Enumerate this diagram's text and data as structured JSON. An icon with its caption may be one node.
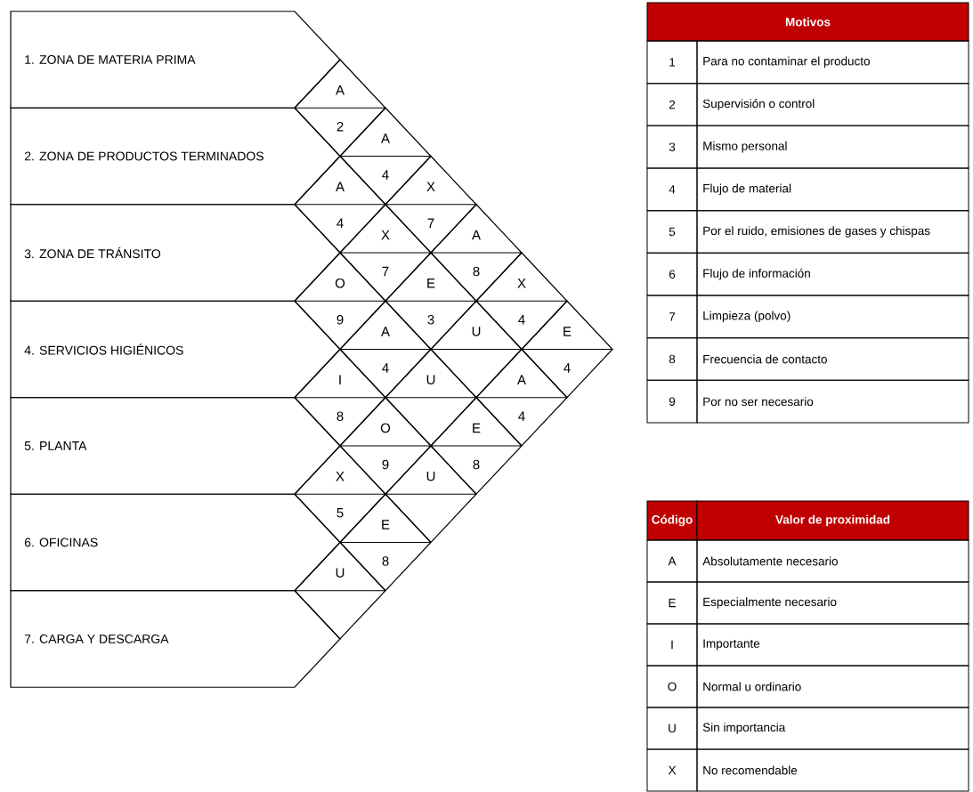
{
  "diagram": {
    "nodes": [
      {
        "text": [
          "1. ZONA DE MATERIA PRIMA"
        ]
      },
      {
        "text": [
          "2. ZONA DE PRODUCTOS TERMINADOS"
        ]
      },
      {
        "text": [
          "3. ZONA DE TRÁNSITO"
        ]
      },
      {
        "text": [
          "4. SERVICIOS HIGIÉNICOS"
        ]
      },
      {
        "text": [
          "5. PLANTA"
        ]
      },
      {
        "text": [
          "6. OFICINAS"
        ]
      },
      {
        "text": [
          "7. CARGA Y DESCARGA"
        ]
      },
      {
        "text": [
          "A",
          "2"
        ]
      },
      {
        "text": [
          "A",
          "4"
        ]
      },
      {
        "text": [
          "A",
          "4"
        ]
      },
      {
        "text": [
          "X",
          "7"
        ]
      },
      {
        "text": [
          "X",
          "7"
        ]
      },
      {
        "text": [
          "A",
          "8"
        ]
      },
      {
        "text": [
          "O",
          "9"
        ]
      },
      {
        "text": [
          "E",
          "3"
        ]
      },
      {
        "text": [
          "X",
          "4"
        ]
      },
      {
        "text": [
          "A",
          "4"
        ]
      },
      {
        "text": [
          "U"
        ]
      },
      {
        "text": [
          "E",
          "4"
        ]
      },
      {
        "text": [
          "I",
          "8"
        ]
      },
      {
        "text": [
          "U"
        ]
      },
      {
        "text": [
          "A",
          "4"
        ]
      },
      {
        "text": [
          "O",
          "9"
        ]
      },
      {
        "text": [
          "E",
          "8"
        ]
      },
      {
        "text": [
          "X",
          "5"
        ]
      },
      {
        "text": [
          "U"
        ]
      },
      {
        "text": [
          "E",
          "8"
        ]
      },
      {
        "text": [
          "U"
        ]
      }
    ],
    "labels": [
      "Motivos",
      "1",
      "Para no contaminar el producto",
      "2",
      "Supervisión o control",
      "3",
      "Mismo personal",
      "4",
      "Flujo de material",
      "5",
      "Por el ruido, emisiones de gases y chispas",
      "6",
      "Flujo de información",
      "7",
      "Limpieza (polvo)",
      "8",
      "Frecuencia de contacto",
      "9",
      "Por no ser necesario",
      "Código",
      "Valor de proximidad",
      "A",
      "Absolutamente necesario",
      "E",
      "Especialmente necesario",
      "I",
      "Importante",
      "O",
      "Normal u ordinario",
      "U",
      "Sin importancia",
      "X",
      "No recomendable"
    ]
  }
}
